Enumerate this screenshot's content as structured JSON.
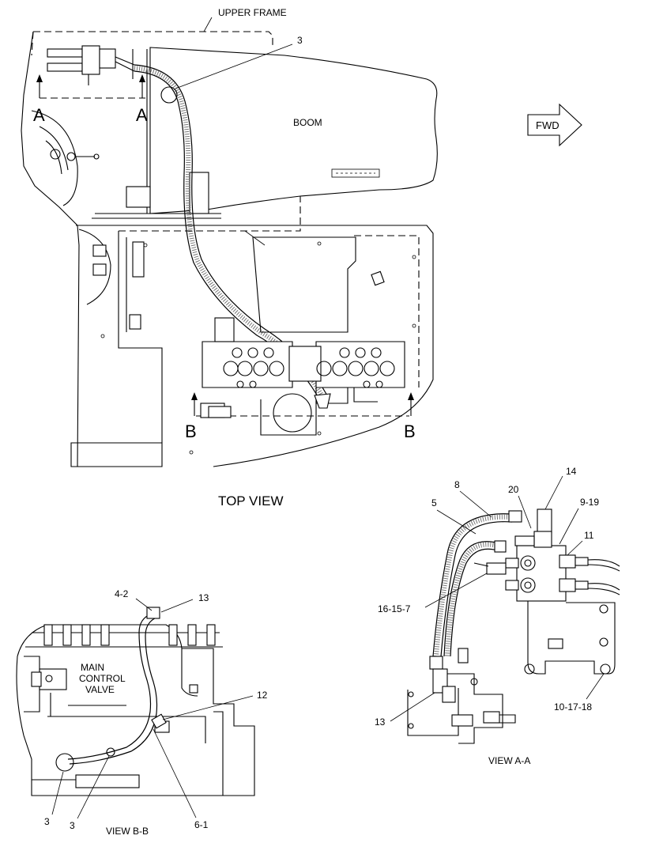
{
  "top_view": {
    "title": "TOP VIEW",
    "upper_frame_label": "UPPER FRAME",
    "boom_label": "BOOM",
    "fwd_label": "FWD",
    "section_a_left": "A",
    "section_a_right": "A",
    "section_b_left": "B",
    "section_b_right": "B",
    "callout_3": "3"
  },
  "view_aa": {
    "title": "VIEW A-A",
    "callouts": {
      "c8": "8",
      "c5": "5",
      "c20": "20",
      "c14": "14",
      "c9_19": "9-19",
      "c11": "11",
      "c16_15_7": "16-15-7",
      "c13": "13",
      "c10_17_18": "10-17-18"
    }
  },
  "view_bb": {
    "title": "VIEW B-B",
    "valve_label_1": "MAIN",
    "valve_label_2": "CONTROL",
    "valve_label_3": "VALVE",
    "callouts": {
      "c4_2": "4-2",
      "c13": "13",
      "c12": "12",
      "c3_left": "3",
      "c3_mid": "3",
      "c6_1": "6-1"
    }
  }
}
